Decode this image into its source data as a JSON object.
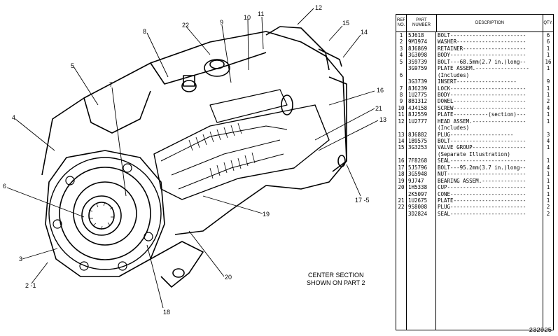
{
  "table": {
    "headers": {
      "ref": "REF NO.",
      "part": "PART NUMBER",
      "desc": "DESCRIPTION",
      "qty": "QTY."
    },
    "rows": [
      {
        "ref": "1",
        "part": "5J618",
        "desc": "BOLT------------------------",
        "qty": "6"
      },
      {
        "ref": "2",
        "part": "9M1974",
        "desc": "WASHER----------------------",
        "qty": "6"
      },
      {
        "ref": "3",
        "part": "8J6869",
        "desc": "RETAINER--------------------",
        "qty": "1"
      },
      {
        "ref": "4",
        "part": "3G3098",
        "desc": "BODY------------------------",
        "qty": "1"
      },
      {
        "ref": "5",
        "part": "3S9739",
        "desc": "BOLT---68.5mm(2.7 in.)long--",
        "qty": "16"
      },
      {
        "ref": "",
        "part": "3G9759",
        "desc": "PLATE ASSEM.-----------------",
        "qty": "1"
      },
      {
        "ref": "6",
        "part": "",
        "desc": "    (Includes)",
        "qty": ""
      },
      {
        "ref": "",
        "part": "3G3739",
        "desc": "    INSERT-------------------",
        "qty": "9"
      },
      {
        "ref": "7",
        "part": "8J6239",
        "desc": "LOCK------------------------",
        "qty": "1"
      },
      {
        "ref": "8",
        "part": "1U2775",
        "desc": "BODY------------------------",
        "qty": "1"
      },
      {
        "ref": "9",
        "part": "8B1312",
        "desc": "DOWEL-----------------------",
        "qty": "2"
      },
      {
        "ref": "10",
        "part": "4J4158",
        "desc": "SCREW-----------------------",
        "qty": "4"
      },
      {
        "ref": "11",
        "part": "8J2559",
        "desc": "PLATE-----------(section)---",
        "qty": "1"
      },
      {
        "ref": "12",
        "part": "1U2777",
        "desc": "HEAD ASSEM.-----------------",
        "qty": "1"
      },
      {
        "ref": "",
        "part": "",
        "desc": "    (Includes)",
        "qty": ""
      },
      {
        "ref": "13",
        "part": "8J6882",
        "desc": "    PLUG--------------------",
        "qty": "3"
      },
      {
        "ref": "14",
        "part": "1B9575",
        "desc": "BOLT------------------------",
        "qty": "4"
      },
      {
        "ref": "15",
        "part": "3G3253",
        "desc": "VALVE GROUP-----------------",
        "qty": "1"
      },
      {
        "ref": "",
        "part": "",
        "desc": "     (Separate Illustration)",
        "qty": ""
      },
      {
        "ref": "16",
        "part": "7F8268",
        "desc": "SEAL------------------------",
        "qty": "1"
      },
      {
        "ref": "17",
        "part": "5J5796",
        "desc": "BOLT---95.2mm(3.7 in.)long--",
        "qty": "4"
      },
      {
        "ref": "18",
        "part": "3G5948",
        "desc": "NUT-------------------------",
        "qty": "1"
      },
      {
        "ref": "19",
        "part": "9J747",
        "desc": "BEARING ASSEM.--------------",
        "qty": "1"
      },
      {
        "ref": "20",
        "part": "1H5338",
        "desc": "CUP-------------------------",
        "qty": "1"
      },
      {
        "ref": "",
        "part": "2K5097",
        "desc": "CONE------------------------",
        "qty": "1"
      },
      {
        "ref": "21",
        "part": "1U2675",
        "desc": "PLATE-----------------------",
        "qty": "1"
      },
      {
        "ref": "22",
        "part": "9S8008",
        "desc": "PLUG------------------------",
        "qty": "2"
      },
      {
        "ref": "",
        "part": "3D2824",
        "desc": "SEAL------------------------",
        "qty": "2"
      },
      {
        "ref": "",
        "part": "",
        "desc": "",
        "qty": ""
      },
      {
        "ref": "",
        "part": "",
        "desc": "",
        "qty": ""
      },
      {
        "ref": "",
        "part": "",
        "desc": "",
        "qty": ""
      },
      {
        "ref": "",
        "part": "",
        "desc": "",
        "qty": ""
      },
      {
        "ref": "",
        "part": "",
        "desc": "",
        "qty": ""
      },
      {
        "ref": "",
        "part": "",
        "desc": "",
        "qty": ""
      },
      {
        "ref": "",
        "part": "",
        "desc": "",
        "qty": ""
      },
      {
        "ref": "",
        "part": "",
        "desc": "",
        "qty": ""
      },
      {
        "ref": "",
        "part": "",
        "desc": "",
        "qty": ""
      },
      {
        "ref": "",
        "part": "",
        "desc": "",
        "qty": ""
      },
      {
        "ref": "",
        "part": "",
        "desc": "",
        "qty": ""
      },
      {
        "ref": "",
        "part": "",
        "desc": "",
        "qty": ""
      },
      {
        "ref": "",
        "part": "",
        "desc": "",
        "qty": ""
      },
      {
        "ref": "",
        "part": "",
        "desc": "",
        "qty": ""
      },
      {
        "ref": "",
        "part": "",
        "desc": "",
        "qty": ""
      },
      {
        "ref": "",
        "part": "",
        "desc": "",
        "qty": ""
      },
      {
        "ref": "",
        "part": "",
        "desc": "",
        "qty": ""
      }
    ]
  },
  "callouts": {
    "c1": "12",
    "c2": "11",
    "c3": "10",
    "c4": "9",
    "c5": "8",
    "c6": "22",
    "c7": "15",
    "c8": "14",
    "c9": "16",
    "c10": "21",
    "c11": "13",
    "c12": "5",
    "c13": "7",
    "c14": "4",
    "c15": "6",
    "c16": "3",
    "c17": "2 -1",
    "c18": "18",
    "c19": "20",
    "c20": "19",
    "c21": "17 -5"
  },
  "note": {
    "line1": "CENTER SECTION",
    "line2": "SHOWN ON PART 2"
  },
  "document_number": "232925"
}
